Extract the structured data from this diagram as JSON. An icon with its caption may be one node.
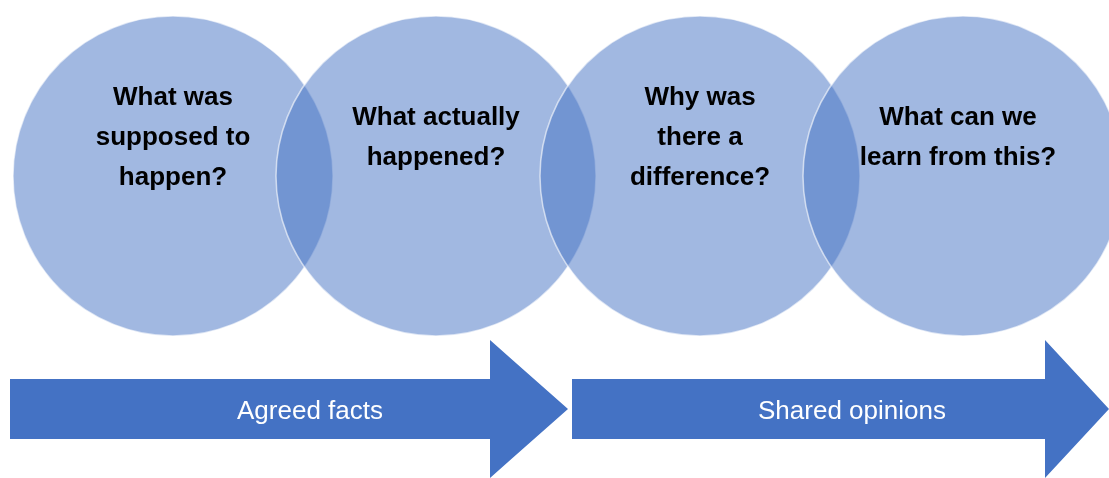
{
  "diagram": {
    "nodes": [
      {
        "text": [
          "What was supposed to happen?"
        ]
      },
      {
        "text": [
          "What actually happened?"
        ]
      },
      {
        "text": [
          "Why was there a difference?"
        ]
      },
      {
        "text": [
          "What can we learn from this?"
        ]
      },
      {
        "text": [
          "Agreed facts"
        ]
      },
      {
        "text": [
          "Shared opinions"
        ]
      }
    ]
  }
}
